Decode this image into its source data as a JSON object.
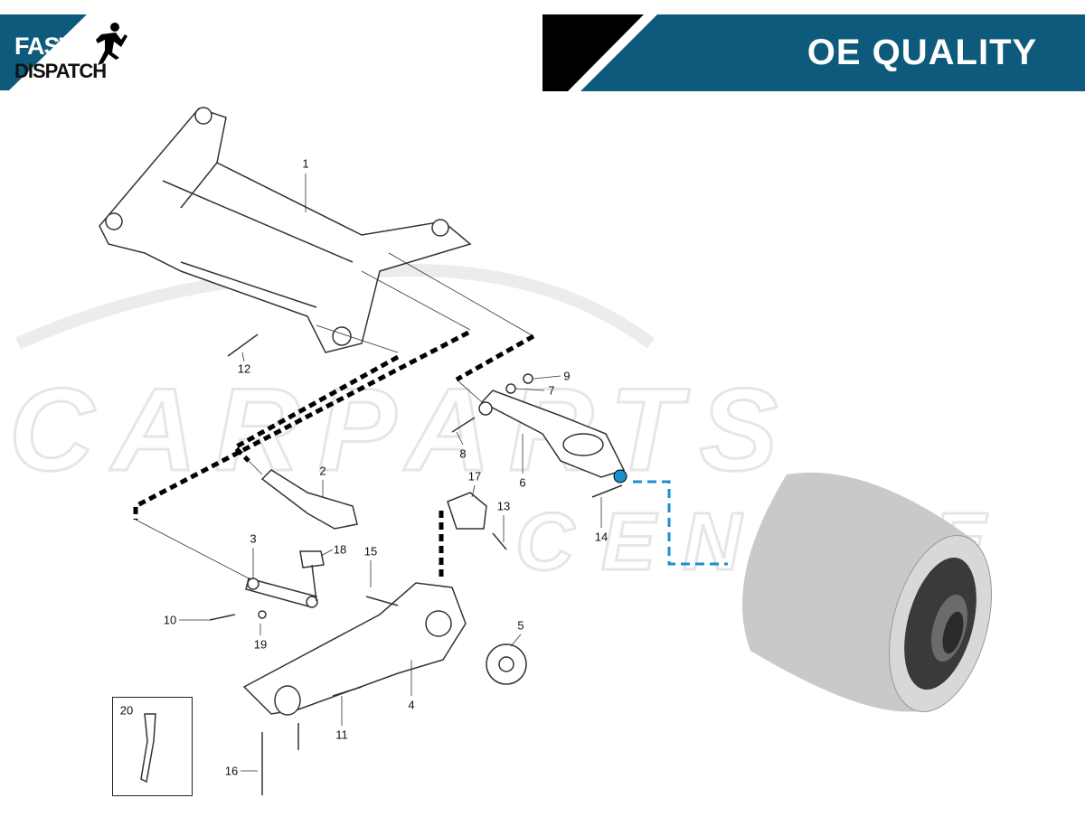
{
  "badges": {
    "fast_line1": "FAST",
    "fast_line2": "DISPATCH",
    "oe_quality": "OE QUALITY"
  },
  "watermark": {
    "line1": "CARPARTS",
    "line2": "CENTRE"
  },
  "callouts": [
    "1",
    "2",
    "3",
    "4",
    "5",
    "6",
    "7",
    "8",
    "9",
    "10",
    "11",
    "12",
    "13",
    "14",
    "15",
    "16",
    "17",
    "18",
    "19",
    "20"
  ],
  "colors": {
    "brand_blue": "#0e5a7c",
    "black": "#000000",
    "highlight_blue": "#1a8fd0",
    "bushing": "#cfcfcf"
  },
  "icons": [
    "running-man-icon"
  ]
}
